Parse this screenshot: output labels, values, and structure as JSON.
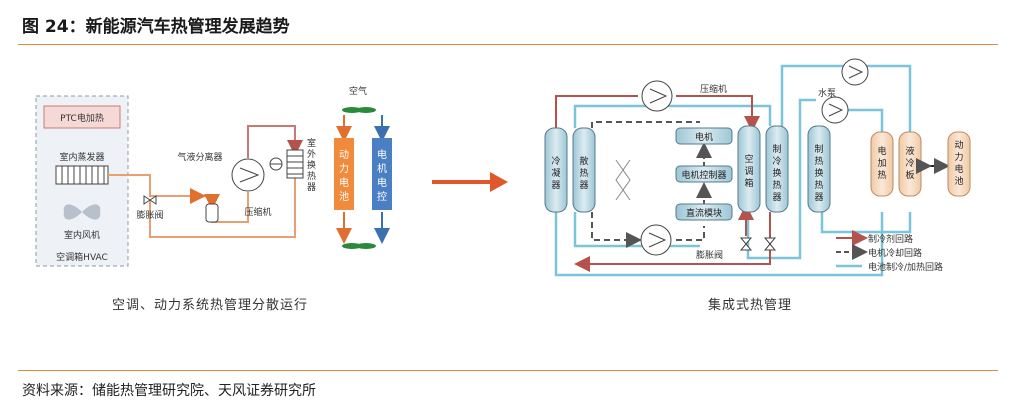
{
  "title": "图 24：新能源汽车热管理发展趋势",
  "source": "资料来源：储能热管理研究院、天风证券研究所",
  "left": {
    "caption": "空调、动力系统热管理分散运行",
    "ptc": "PTC电加热",
    "evaporator": "室内蒸发器",
    "indoor_fan": "室内风机",
    "hvac": "空调箱HVAC",
    "separator": "气液分离器",
    "expansion_valve": "膨胀阀",
    "compressor": "压缩机",
    "outdoor_hx": "室外换热器",
    "air": "空气",
    "battery": "动力电池",
    "motor_ctrl": "电机电控"
  },
  "right": {
    "caption": "集成式热管理",
    "compressor": "压缩机",
    "pump": "水泵",
    "condenser": "冷凝器",
    "radiator": "散热器",
    "motor": "电机",
    "motor_controller": "电机控制器",
    "dcdc": "直流模块",
    "expansion_valve": "膨胀阀",
    "ac_box": "空调箱",
    "chiller": "制冷换热器",
    "heater_hx": "制热换热器",
    "electric_heater": "电加热",
    "cold_plate": "液冷板",
    "battery": "动力电池",
    "legend": {
      "refrigerant": "制冷剂回路",
      "motor_cooling": "电机冷却回路",
      "battery_loop": "电池制冷/加热回路"
    }
  },
  "colors": {
    "refrigerant": "#b5524c",
    "battery_loop": "#7cc4d8",
    "orange_loop": "#e8a070",
    "accent_arrow": "#e0582a",
    "rule": "#e08a3c"
  }
}
